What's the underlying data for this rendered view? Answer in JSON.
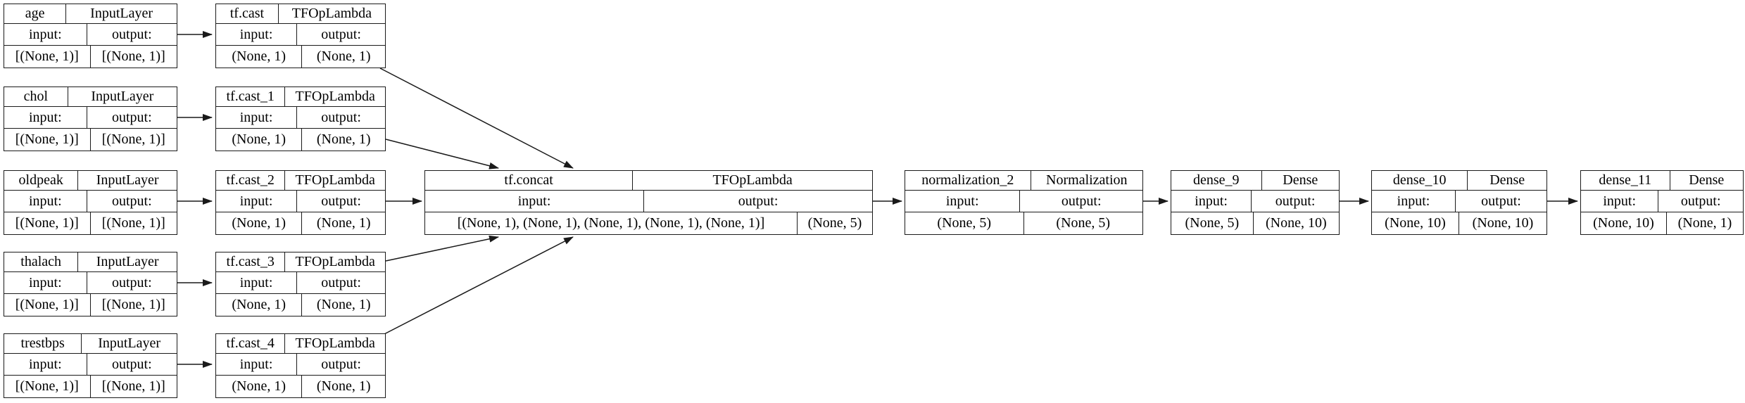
{
  "diagram": {
    "title": "keras-model-plot",
    "background_color": "#ffffff",
    "line_color": "#1a1a1a",
    "labels": {
      "input": "input:",
      "output": "output:"
    },
    "nodes": {
      "age": {
        "name": "age",
        "type": "InputLayer",
        "input_shape": "[(None, 1)]",
        "output_shape": "[(None, 1)]"
      },
      "chol": {
        "name": "chol",
        "type": "InputLayer",
        "input_shape": "[(None, 1)]",
        "output_shape": "[(None, 1)]"
      },
      "oldpeak": {
        "name": "oldpeak",
        "type": "InputLayer",
        "input_shape": "[(None, 1)]",
        "output_shape": "[(None, 1)]"
      },
      "thalach": {
        "name": "thalach",
        "type": "InputLayer",
        "input_shape": "[(None, 1)]",
        "output_shape": "[(None, 1)]"
      },
      "trestbps": {
        "name": "trestbps",
        "type": "InputLayer",
        "input_shape": "[(None, 1)]",
        "output_shape": "[(None, 1)]"
      },
      "tf_cast": {
        "name": "tf.cast",
        "type": "TFOpLambda",
        "input_shape": "(None, 1)",
        "output_shape": "(None, 1)"
      },
      "tf_cast_1": {
        "name": "tf.cast_1",
        "type": "TFOpLambda",
        "input_shape": "(None, 1)",
        "output_shape": "(None, 1)"
      },
      "tf_cast_2": {
        "name": "tf.cast_2",
        "type": "TFOpLambda",
        "input_shape": "(None, 1)",
        "output_shape": "(None, 1)"
      },
      "tf_cast_3": {
        "name": "tf.cast_3",
        "type": "TFOpLambda",
        "input_shape": "(None, 1)",
        "output_shape": "(None, 1)"
      },
      "tf_cast_4": {
        "name": "tf.cast_4",
        "type": "TFOpLambda",
        "input_shape": "(None, 1)",
        "output_shape": "(None, 1)"
      },
      "tf_concat": {
        "name": "tf.concat",
        "type": "TFOpLambda",
        "input_shape": "[(None, 1), (None, 1), (None, 1), (None, 1), (None, 1)]",
        "output_shape": "(None, 5)"
      },
      "normalization_2": {
        "name": "normalization_2",
        "type": "Normalization",
        "input_shape": "(None, 5)",
        "output_shape": "(None, 5)"
      },
      "dense_9": {
        "name": "dense_9",
        "type": "Dense",
        "input_shape": "(None, 5)",
        "output_shape": "(None, 10)"
      },
      "dense_10": {
        "name": "dense_10",
        "type": "Dense",
        "input_shape": "(None, 10)",
        "output_shape": "(None, 10)"
      },
      "dense_11": {
        "name": "dense_11",
        "type": "Dense",
        "input_shape": "(None, 10)",
        "output_shape": "(None, 1)"
      }
    }
  }
}
